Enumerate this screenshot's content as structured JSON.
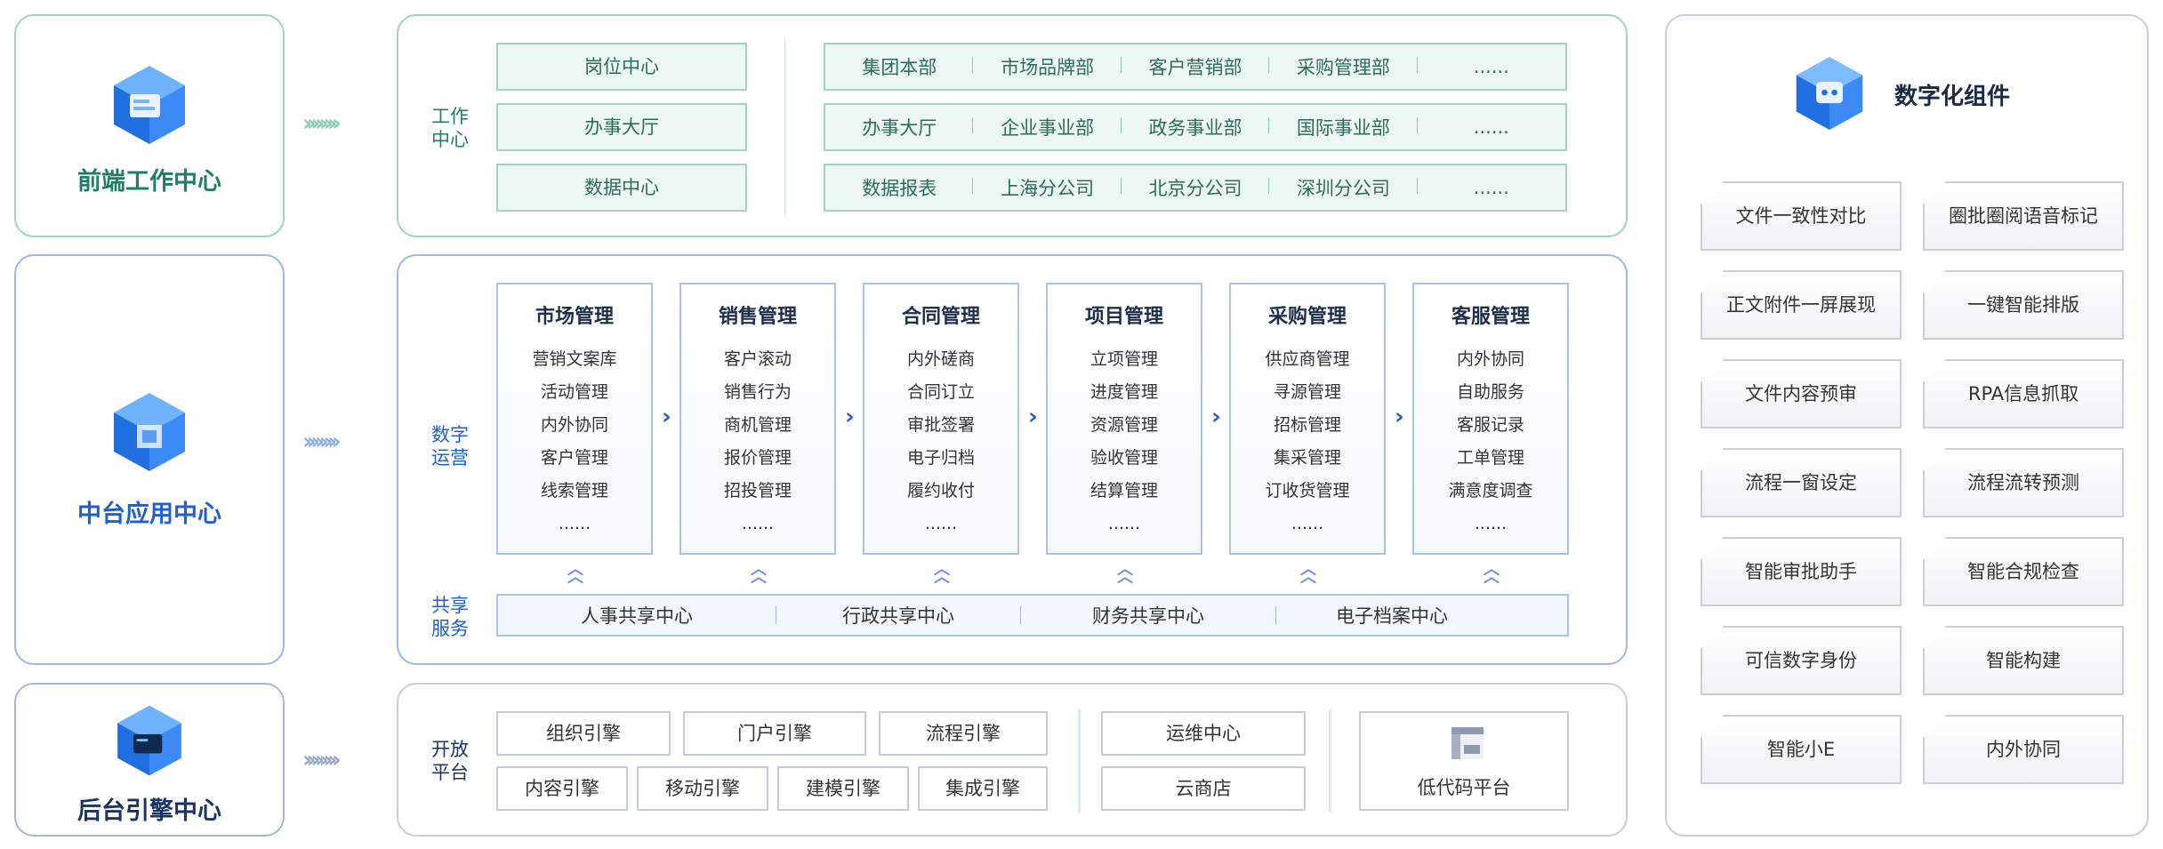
{
  "left": {
    "front": "前端工作中心",
    "middle": "中台应用中心",
    "back": "后台引擎中心"
  },
  "work": {
    "label": "工作中心",
    "left_items": [
      "岗位中心",
      "办事大厅",
      "数据中心"
    ],
    "rows": [
      [
        "集团本部",
        "市场品牌部",
        "客户营销部",
        "采购管理部",
        "......"
      ],
      [
        "办事大厅",
        "企业事业部",
        "政务事业部",
        "国际事业部",
        "......"
      ],
      [
        "数据报表",
        "上海分公司",
        "北京分公司",
        "深圳分公司",
        "......"
      ]
    ]
  },
  "ops": {
    "label": "数字运营",
    "cards": [
      {
        "title": "市场管理",
        "items": [
          "营销文案库",
          "活动管理",
          "内外协同",
          "客户管理",
          "线索管理",
          "......"
        ]
      },
      {
        "title": "销售管理",
        "items": [
          "客户滚动",
          "销售行为",
          "商机管理",
          "报价管理",
          "招投管理",
          "......"
        ]
      },
      {
        "title": "合同管理",
        "items": [
          "内外磋商",
          "合同订立",
          "审批签署",
          "电子归档",
          "履约收付",
          "......"
        ]
      },
      {
        "title": "项目管理",
        "items": [
          "立项管理",
          "进度管理",
          "资源管理",
          "验收管理",
          "结算管理",
          "......"
        ]
      },
      {
        "title": "采购管理",
        "items": [
          "供应商管理",
          "寻源管理",
          "招标管理",
          "集采管理",
          "订收货管理",
          "......"
        ]
      },
      {
        "title": "客服管理",
        "items": [
          "内外协同",
          "自助服务",
          "客服记录",
          "工单管理",
          "满意度调查",
          "......"
        ]
      }
    ],
    "shared_label": "共享服务",
    "shared": [
      "人事共享中心",
      "行政共享中心",
      "财务共享中心",
      "电子档案中心"
    ]
  },
  "engine": {
    "label": "开放平台",
    "row1": [
      "组织引擎",
      "门户引擎",
      "流程引擎"
    ],
    "row2": [
      "内容引擎",
      "移动引擎",
      "建模引擎",
      "集成引擎"
    ],
    "ops": [
      "运维中心",
      "云商店"
    ],
    "lowcode": "低代码平台"
  },
  "components": {
    "title": "数字化组件",
    "items": [
      [
        "文件一致性对比",
        "圈批圈阅语音标记"
      ],
      [
        "正文附件一屏展现",
        "一键智能排版"
      ],
      [
        "文件内容预审",
        "RPA信息抓取"
      ],
      [
        "流程一窗设定",
        "流程流转预测"
      ],
      [
        "智能审批助手",
        "智能合规检查"
      ],
      [
        "可信数字身份",
        "智能构建"
      ],
      [
        "智能小E",
        "内外协同"
      ]
    ]
  },
  "colors": {
    "green": "#1f7e6a",
    "blue": "#1f5fd0",
    "navy": "#1b3466"
  }
}
